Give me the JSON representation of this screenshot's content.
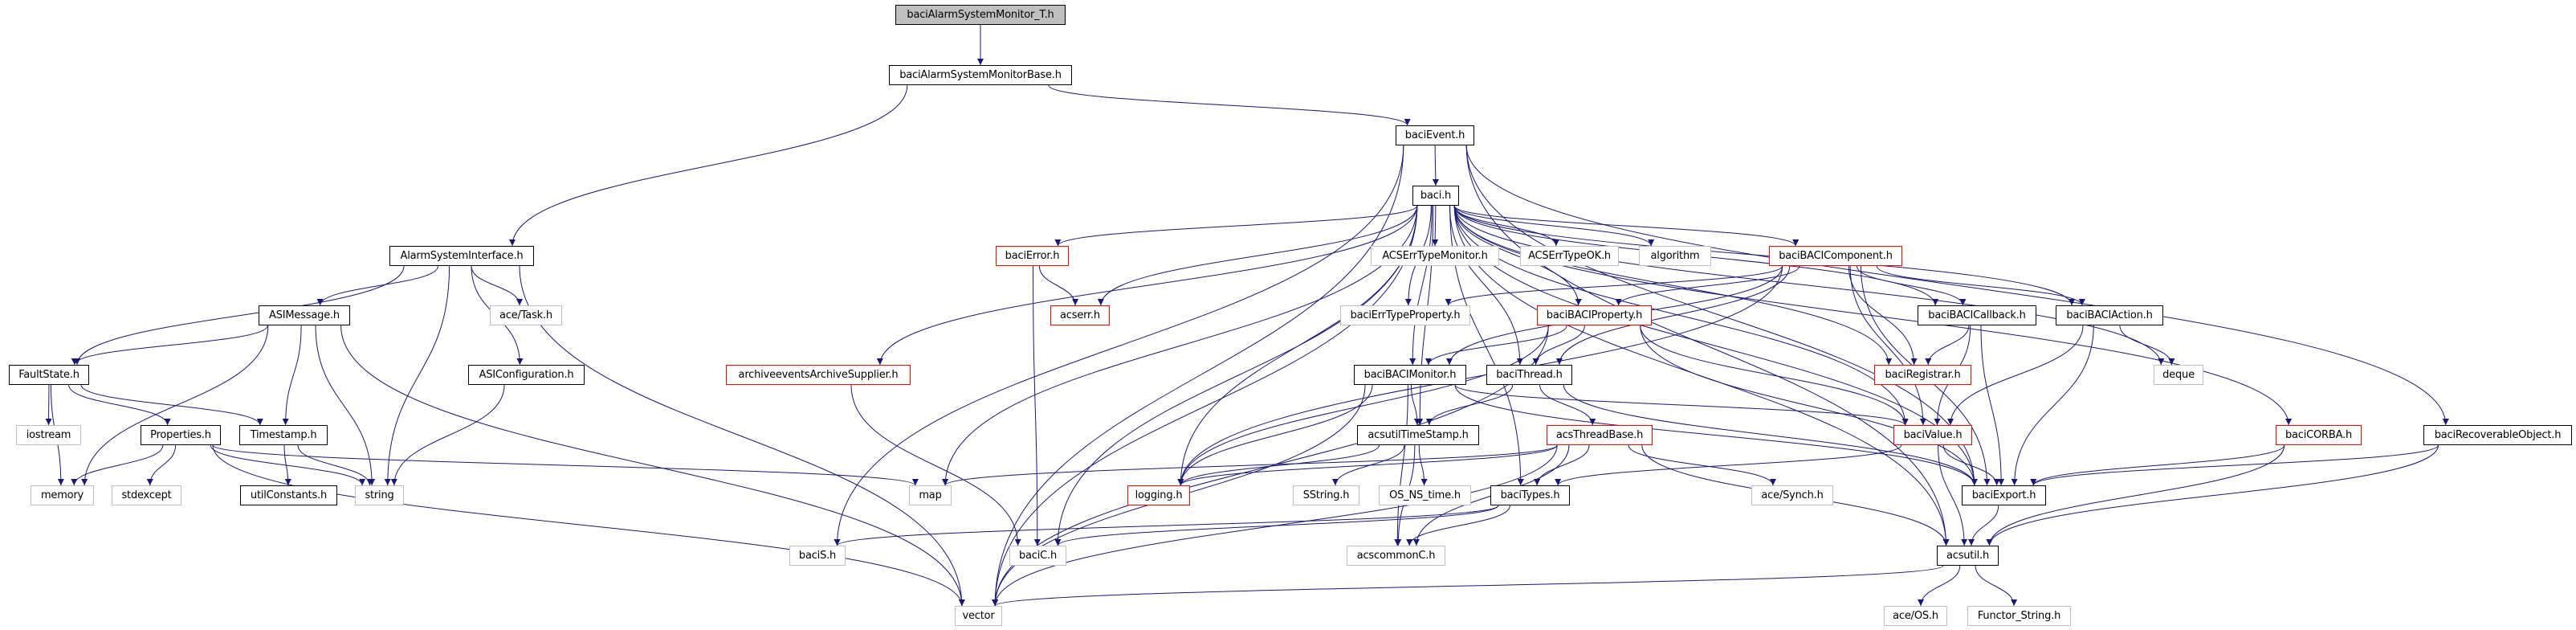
{
  "title": "baciAlarmSystemMonitor_T.h include dependency graph",
  "colors": {
    "edge": "#191970",
    "node_border_normal": "#000000",
    "node_border_external": "#bfbfbf",
    "node_border_incomplete": "#ff0000",
    "root_fill": "#bfbfbf"
  },
  "nodes": [
    {
      "id": "root",
      "label": "baciAlarmSystemMonitor_T.h",
      "kind": "root"
    },
    {
      "id": "base",
      "label": "baciAlarmSystemMonitorBase.h",
      "kind": "normal"
    },
    {
      "id": "event",
      "label": "baciEvent.h",
      "kind": "normal"
    },
    {
      "id": "baci",
      "label": "baci.h",
      "kind": "normal"
    },
    {
      "id": "asi",
      "label": "AlarmSystemInterface.h",
      "kind": "normal"
    },
    {
      "id": "asimsg",
      "label": "ASIMessage.h",
      "kind": "normal"
    },
    {
      "id": "acetask",
      "label": "ace/Task.h",
      "kind": "ext"
    },
    {
      "id": "fault",
      "label": "FaultState.h",
      "kind": "normal"
    },
    {
      "id": "asiconf",
      "label": "ASIConfiguration.h",
      "kind": "normal"
    },
    {
      "id": "iostream",
      "label": "iostream",
      "kind": "ext"
    },
    {
      "id": "props",
      "label": "Properties.h",
      "kind": "normal"
    },
    {
      "id": "tstamp",
      "label": "Timestamp.h",
      "kind": "normal"
    },
    {
      "id": "memory",
      "label": "memory",
      "kind": "ext"
    },
    {
      "id": "stdexcept",
      "label": "stdexcept",
      "kind": "ext"
    },
    {
      "id": "utilconst",
      "label": "utilConstants.h",
      "kind": "normal"
    },
    {
      "id": "string",
      "label": "string",
      "kind": "ext"
    },
    {
      "id": "bacierror",
      "label": "baciError.h",
      "kind": "red"
    },
    {
      "id": "acserr",
      "label": "acserr.h",
      "kind": "red"
    },
    {
      "id": "archsup",
      "label": "archiveeventsArchiveSupplier.h",
      "kind": "red"
    },
    {
      "id": "errmon",
      "label": "ACSErrTypeMonitor.h",
      "kind": "ext"
    },
    {
      "id": "errok",
      "label": "ACSErrTypeOK.h",
      "kind": "ext"
    },
    {
      "id": "algorithm",
      "label": "algorithm",
      "kind": "ext"
    },
    {
      "id": "bacicomp",
      "label": "baciBACIComponent.h",
      "kind": "red"
    },
    {
      "id": "errprop",
      "label": "baciErrTypeProperty.h",
      "kind": "ext"
    },
    {
      "id": "baciprop",
      "label": "baciBACIProperty.h",
      "kind": "red"
    },
    {
      "id": "bacicb",
      "label": "baciBACICallback.h",
      "kind": "normal"
    },
    {
      "id": "baciaction",
      "label": "baciBACIAction.h",
      "kind": "normal"
    },
    {
      "id": "registrar",
      "label": "baciRegistrar.h",
      "kind": "red"
    },
    {
      "id": "deque",
      "label": "deque",
      "kind": "ext"
    },
    {
      "id": "bacimon",
      "label": "baciBACIMonitor.h",
      "kind": "normal"
    },
    {
      "id": "bacithread",
      "label": "baciThread.h",
      "kind": "normal"
    },
    {
      "id": "bacivalue",
      "label": "baciValue.h",
      "kind": "red"
    },
    {
      "id": "acsuts",
      "label": "acsutilTimeStamp.h",
      "kind": "normal"
    },
    {
      "id": "acsthread",
      "label": "acsThreadBase.h",
      "kind": "red"
    },
    {
      "id": "bacicorba",
      "label": "baciCORBA.h",
      "kind": "red"
    },
    {
      "id": "recov",
      "label": "baciRecoverableObject.h",
      "kind": "normal"
    },
    {
      "id": "map",
      "label": "map",
      "kind": "ext"
    },
    {
      "id": "logging",
      "label": "logging.h",
      "kind": "red"
    },
    {
      "id": "sstring",
      "label": "SString.h",
      "kind": "ext"
    },
    {
      "id": "osnstime",
      "label": "OS_NS_time.h",
      "kind": "ext"
    },
    {
      "id": "bacitypes",
      "label": "baciTypes.h",
      "kind": "normal"
    },
    {
      "id": "acesynch",
      "label": "ace/Synch.h",
      "kind": "ext"
    },
    {
      "id": "baciexport",
      "label": "baciExport.h",
      "kind": "normal"
    },
    {
      "id": "bacis",
      "label": "baciS.h",
      "kind": "ext"
    },
    {
      "id": "bacic",
      "label": "baciC.h",
      "kind": "ext"
    },
    {
      "id": "acscommonc",
      "label": "acscommonC.h",
      "kind": "ext"
    },
    {
      "id": "acsutil",
      "label": "acsutil.h",
      "kind": "normal"
    },
    {
      "id": "vector",
      "label": "vector",
      "kind": "ext"
    },
    {
      "id": "aceos",
      "label": "ace/OS.h",
      "kind": "ext"
    },
    {
      "id": "functor",
      "label": "Functor_String.h",
      "kind": "ext"
    }
  ],
  "edges": [
    [
      "root",
      "base"
    ],
    [
      "base",
      "asi"
    ],
    [
      "base",
      "event"
    ],
    [
      "event",
      "baci"
    ],
    [
      "event",
      "bacis"
    ],
    [
      "event",
      "vector"
    ],
    [
      "event",
      "acsutil"
    ],
    [
      "event",
      "recov"
    ],
    [
      "event",
      "baciexport"
    ],
    [
      "asi",
      "asimsg"
    ],
    [
      "asi",
      "fault"
    ],
    [
      "asi",
      "acetask"
    ],
    [
      "asi",
      "asiconf"
    ],
    [
      "asi",
      "string"
    ],
    [
      "asi",
      "vector"
    ],
    [
      "asimsg",
      "fault"
    ],
    [
      "asimsg",
      "tstamp"
    ],
    [
      "asimsg",
      "memory"
    ],
    [
      "asimsg",
      "string"
    ],
    [
      "asimsg",
      "vector"
    ],
    [
      "fault",
      "iostream"
    ],
    [
      "fault",
      "memory"
    ],
    [
      "fault",
      "props"
    ],
    [
      "fault",
      "tstamp"
    ],
    [
      "asiconf",
      "string"
    ],
    [
      "props",
      "memory"
    ],
    [
      "props",
      "stdexcept"
    ],
    [
      "props",
      "string"
    ],
    [
      "props",
      "map"
    ],
    [
      "props",
      "vector"
    ],
    [
      "tstamp",
      "utilconst"
    ],
    [
      "tstamp",
      "string"
    ],
    [
      "baci",
      "errmon"
    ],
    [
      "baci",
      "errok"
    ],
    [
      "baci",
      "algorithm"
    ],
    [
      "baci",
      "bacicomp"
    ],
    [
      "baci",
      "bacierror"
    ],
    [
      "baci",
      "acserr"
    ],
    [
      "baci",
      "archsup"
    ],
    [
      "baci",
      "map"
    ],
    [
      "baci",
      "vector"
    ],
    [
      "baci",
      "logging"
    ],
    [
      "baci",
      "errprop"
    ],
    [
      "baci",
      "baciprop"
    ],
    [
      "baci",
      "bacimon"
    ],
    [
      "baci",
      "bacithread"
    ],
    [
      "baci",
      "acsuts"
    ],
    [
      "baci",
      "bacitypes"
    ],
    [
      "baci",
      "registrar"
    ],
    [
      "baci",
      "bacicb"
    ],
    [
      "baci",
      "baciaction"
    ],
    [
      "baci",
      "deque"
    ],
    [
      "baci",
      "bacivalue"
    ],
    [
      "baci",
      "baciexport"
    ],
    [
      "baci",
      "acsutil"
    ],
    [
      "baci",
      "bacicorba"
    ],
    [
      "baci",
      "bacic"
    ],
    [
      "bacierror",
      "acserr"
    ],
    [
      "bacierror",
      "bacic"
    ],
    [
      "archsup",
      "bacic"
    ],
    [
      "bacicomp",
      "errprop"
    ],
    [
      "bacicomp",
      "baciprop"
    ],
    [
      "bacicomp",
      "bacicb"
    ],
    [
      "bacicomp",
      "baciaction"
    ],
    [
      "bacicomp",
      "bacimon"
    ],
    [
      "bacicomp",
      "bacithread"
    ],
    [
      "bacicomp",
      "registrar"
    ],
    [
      "bacicomp",
      "bacivalue"
    ],
    [
      "bacicomp",
      "baciexport"
    ],
    [
      "bacicomp",
      "logging"
    ],
    [
      "baciprop",
      "bacimon"
    ],
    [
      "baciprop",
      "bacithread"
    ],
    [
      "baciprop",
      "bacivalue"
    ],
    [
      "baciprop",
      "baciexport"
    ],
    [
      "baciprop",
      "logging"
    ],
    [
      "baciprop",
      "vector"
    ],
    [
      "bacicb",
      "registrar"
    ],
    [
      "bacicb",
      "bacivalue"
    ],
    [
      "bacicb",
      "baciexport"
    ],
    [
      "baciaction",
      "deque"
    ],
    [
      "baciaction",
      "bacivalue"
    ],
    [
      "baciaction",
      "baciexport"
    ],
    [
      "bacimon",
      "acsuts"
    ],
    [
      "bacimon",
      "logging"
    ],
    [
      "bacimon",
      "bacivalue"
    ],
    [
      "bacimon",
      "baciexport"
    ],
    [
      "bacimon",
      "acscommonc"
    ],
    [
      "bacimon",
      "vector"
    ],
    [
      "bacithread",
      "acsuts"
    ],
    [
      "bacithread",
      "acsthread"
    ],
    [
      "bacithread",
      "baciexport"
    ],
    [
      "acsuts",
      "sstring"
    ],
    [
      "acsuts",
      "osnstime"
    ],
    [
      "acsuts",
      "acscommonc"
    ],
    [
      "acsuts",
      "logging"
    ],
    [
      "acsthread",
      "logging"
    ],
    [
      "acsthread",
      "map"
    ],
    [
      "acsthread",
      "acesynch"
    ],
    [
      "acsthread",
      "acsutil"
    ],
    [
      "acsthread",
      "acscommonc"
    ],
    [
      "acsthread",
      "bacitypes"
    ],
    [
      "acsthread",
      "vector"
    ],
    [
      "bacivalue",
      "bacitypes"
    ],
    [
      "bacivalue",
      "baciexport"
    ],
    [
      "bacivalue",
      "acsutil"
    ],
    [
      "bacitypes",
      "bacic"
    ],
    [
      "bacitypes",
      "bacis"
    ],
    [
      "bacitypes",
      "acscommonc"
    ],
    [
      "bacicorba",
      "baciexport"
    ],
    [
      "bacicorba",
      "acsutil"
    ],
    [
      "recov",
      "baciexport"
    ],
    [
      "recov",
      "acsutil"
    ],
    [
      "baciexport",
      "acsutil"
    ],
    [
      "acsutil",
      "aceos"
    ],
    [
      "acsutil",
      "functor"
    ],
    [
      "acsutil",
      "vector"
    ]
  ]
}
